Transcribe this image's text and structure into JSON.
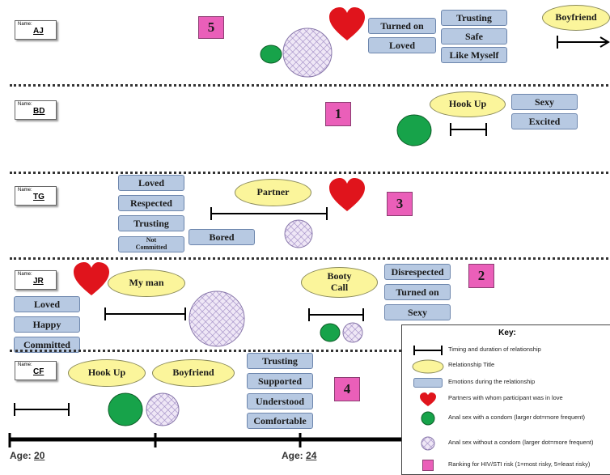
{
  "participants": [
    {
      "name_label": "Name:",
      "name": "AJ",
      "rank": "5",
      "relationships": [
        "Boyfriend"
      ],
      "emotions": [
        "Turned on",
        "Loved",
        "Trusting",
        "Safe",
        "Like Myself"
      ]
    },
    {
      "name_label": "Name:",
      "name": "BD",
      "rank": "1",
      "relationships": [
        "Hook Up"
      ],
      "emotions": [
        "Sexy",
        "Excited"
      ]
    },
    {
      "name_label": "Name:",
      "name": "TG",
      "rank": "3",
      "relationships": [
        "Partner"
      ],
      "emotions": [
        "Loved",
        "Respected",
        "Trusting",
        "Not Committed",
        "Bored"
      ]
    },
    {
      "name_label": "Name:",
      "name": "JR",
      "rank": "2",
      "relationships": [
        "My man",
        "Booty Call"
      ],
      "emotions": [
        "Loved",
        "Happy",
        "Committed",
        "Disrespected",
        "Turned on",
        "Sexy"
      ]
    },
    {
      "name_label": "Name:",
      "name": "CF",
      "rank": "4",
      "relationships": [
        "Hook Up",
        "Boyfriend"
      ],
      "emotions": [
        "Trusting",
        "Supported",
        "Understood",
        "Comfortable"
      ]
    }
  ],
  "age_axis": {
    "prefix": "Age:",
    "ticks": [
      "20",
      "24"
    ]
  },
  "key": {
    "title": "Key:",
    "items": [
      {
        "icon": "timeline-bar-icon",
        "text": "Timing and duration of relationship"
      },
      {
        "icon": "yellow-oval-icon",
        "text": "Relationship Title"
      },
      {
        "icon": "blue-box-icon",
        "text": "Emotions during the relationship"
      },
      {
        "icon": "heart-icon",
        "text": "Partners with whom participant was in love"
      },
      {
        "icon": "green-dot-icon",
        "text": "Anal sex with a condom (larger dot=more frequent)"
      },
      {
        "icon": "hatched-dot-icon",
        "text": "Anal sex without a condom (larger dot=more frequent)"
      },
      {
        "icon": "pink-square-icon",
        "text": "Ranking for HIV/STI risk (1=most risky, 5=least risky)"
      }
    ]
  },
  "colors": {
    "emotion_fill": "#b7c9e2",
    "title_fill": "#fbf59b",
    "rank_fill": "#ea5fb9",
    "heart": "#e0141c",
    "condom_dot": "#17a34a",
    "hatch": "#b9a8d6"
  }
}
